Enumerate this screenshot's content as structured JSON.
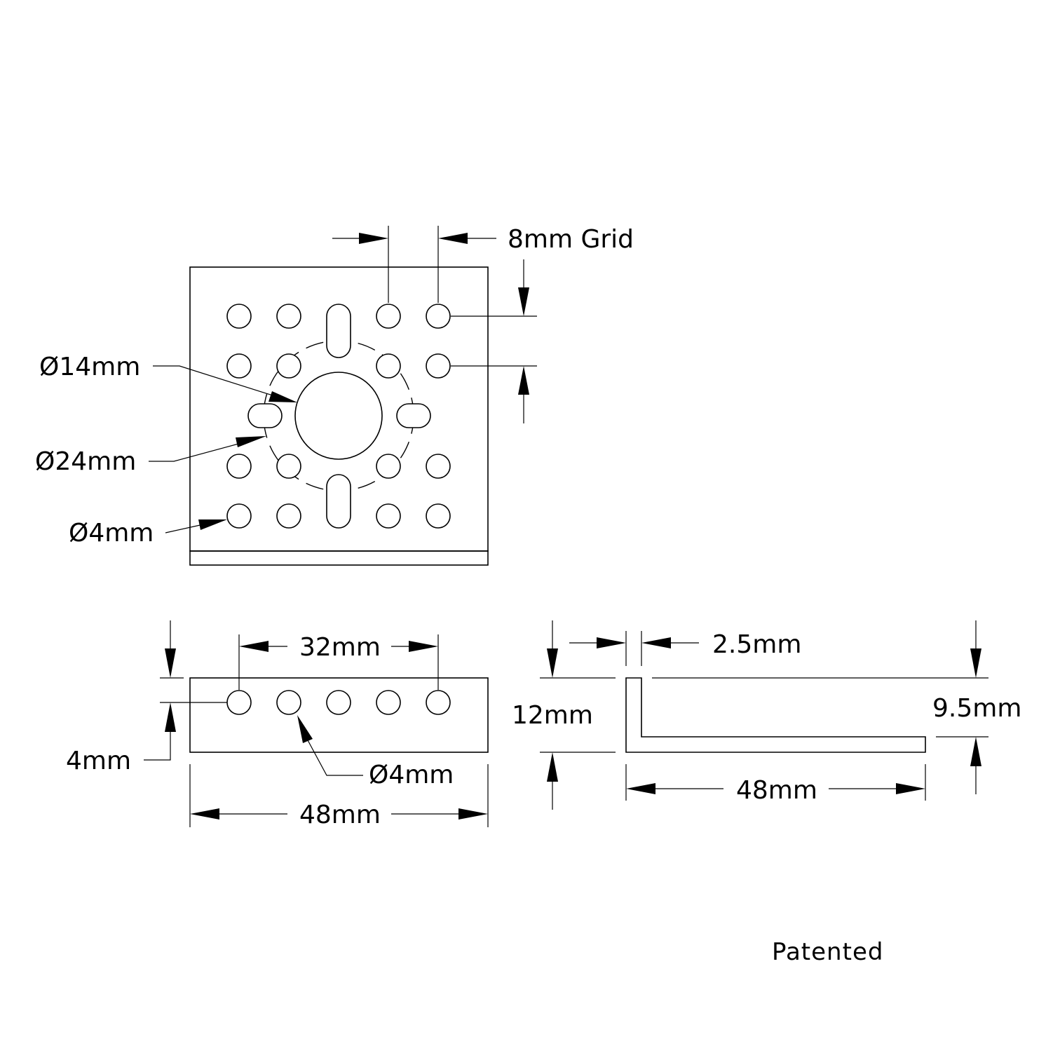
{
  "labels": {
    "grid": "8mm Grid",
    "bore_dia": "Ø14mm",
    "bolt_circle": "Ø24mm",
    "hole_dia_top": "Ø4mm",
    "hole_span": "32mm",
    "edge_offset": "4mm",
    "hole_dia_front": "Ø4mm",
    "width_front": "48mm",
    "thickness": "2.5mm",
    "height": "12mm",
    "inner_height": "9.5mm",
    "length_side": "48mm",
    "patent": "Patented"
  }
}
